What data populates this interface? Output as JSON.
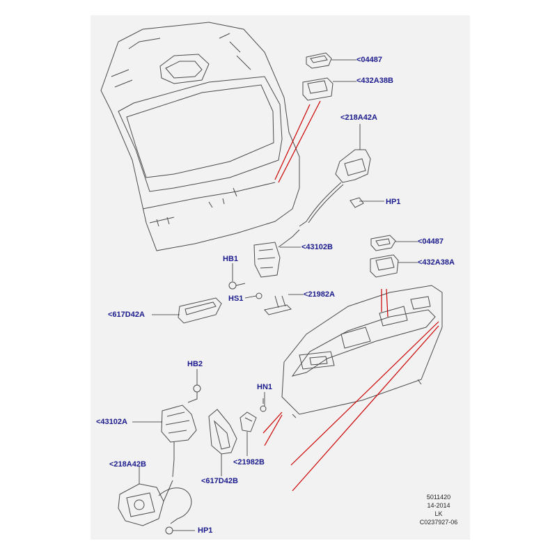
{
  "colors": {
    "background": "#f2f2f2",
    "label": "#1a1a8c",
    "leader_line": "#cc0000",
    "part_line": "#4a4a4a"
  },
  "labels": {
    "c04487_top": "<04487",
    "c432A38B": "<432A38B",
    "c218A42A": "<218A42A",
    "hp1_top": "HP1",
    "c43102B": "<43102B",
    "c04487_mid": "<04487",
    "c432A38A": "<432A38A",
    "hb1": "HB1",
    "hs1": "HS1",
    "c21982A": "<21982A",
    "c617D42A": "<617D42A",
    "hb2": "HB2",
    "hn1": "HN1",
    "c43102A": "<43102A",
    "c21982B": "<21982B",
    "c218A42B": "<218A42B",
    "c617D42B": "<617D42B",
    "hp1_bottom": "HP1"
  },
  "footer": {
    "line1": "5011420",
    "line2": "14-2014",
    "line3": "LK",
    "line4": "C0237927-06"
  }
}
